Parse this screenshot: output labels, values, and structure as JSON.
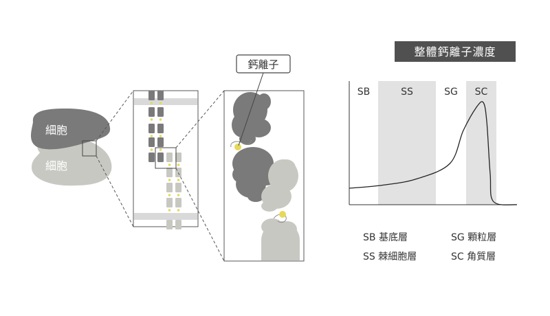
{
  "cells": {
    "upper_label": "細胞",
    "lower_label": "細胞"
  },
  "callout": {
    "label": "鈣離子"
  },
  "chart": {
    "title": "整體鈣離子濃度"
  },
  "chart_data": {
    "type": "line",
    "title": "整體鈣離子濃度",
    "xlabel": "",
    "ylabel": "",
    "regions": [
      {
        "code": "SB",
        "shaded": false
      },
      {
        "code": "SS",
        "shaded": true
      },
      {
        "code": "SG",
        "shaded": false
      },
      {
        "code": "SC",
        "shaded": true
      }
    ],
    "series": [
      {
        "values_description_none": "",
        "points": [
          [
            0,
            0.16
          ],
          [
            0.2,
            0.19
          ],
          [
            0.4,
            0.25
          ],
          [
            0.6,
            0.4
          ],
          [
            0.68,
            0.72
          ],
          [
            0.76,
            0.95
          ],
          [
            0.8,
            0.99
          ],
          [
            0.82,
            0.8
          ],
          [
            0.84,
            0.3
          ],
          [
            0.86,
            0.03
          ],
          [
            1.0,
            0.0
          ]
        ]
      }
    ],
    "grid": false
  },
  "legend": [
    {
      "code": "SB",
      "name": "基底層"
    },
    {
      "code": "SG",
      "name": "顆粒層"
    },
    {
      "code": "SS",
      "name": "棘細胞層"
    },
    {
      "code": "SC",
      "name": "角質層"
    }
  ],
  "colors": {
    "dark_cell": "#7a7a7a",
    "light_cell": "#c8c8c3",
    "calcium": "#e6d95a",
    "shade": "#e2e2e2",
    "title_bg": "#505050"
  }
}
